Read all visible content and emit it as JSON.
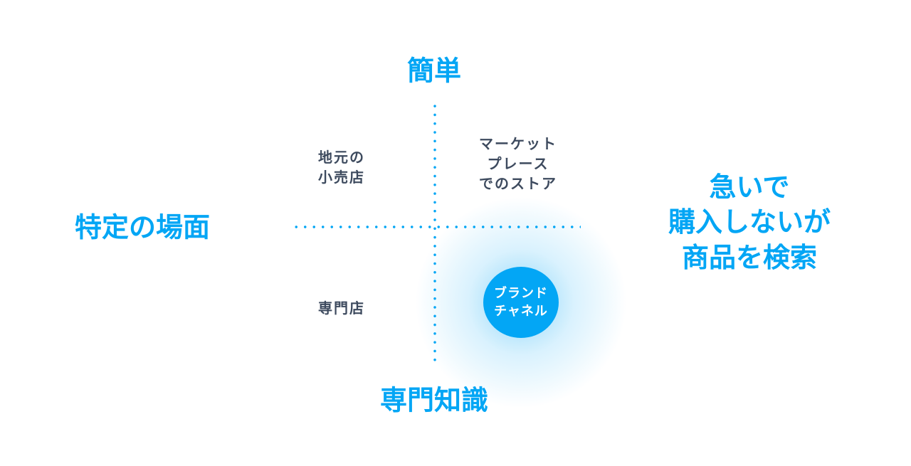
{
  "axes": {
    "top": "簡単",
    "bottom": "専門知識",
    "left": "特定の場面",
    "right": [
      "急いで",
      "購入しないが",
      "商品を検索"
    ]
  },
  "quadrants": {
    "top_left": [
      "地元の",
      "小売店"
    ],
    "top_right": [
      "マーケット",
      "プレース",
      "でのストア"
    ],
    "bottom_left": [
      "専門店"
    ],
    "highlight": [
      "ブランド",
      "チャネル"
    ]
  },
  "colors": {
    "accent": "#03a6f5",
    "label": "#3d4a5e"
  }
}
